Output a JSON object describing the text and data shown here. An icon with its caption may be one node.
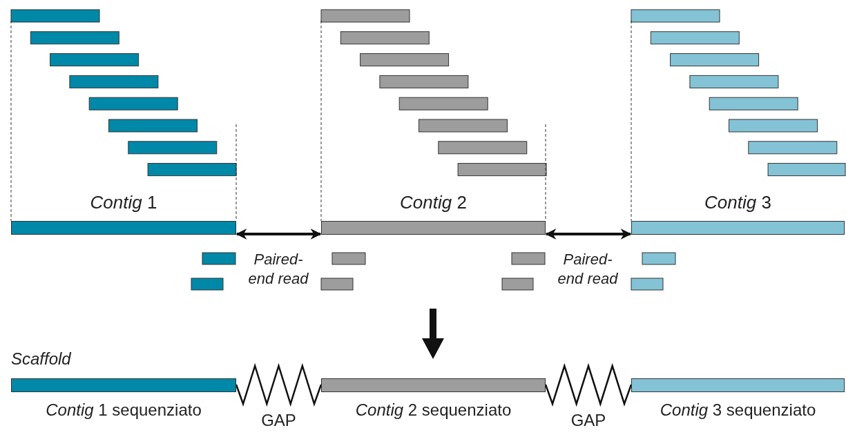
{
  "diagram": {
    "nodes": [
      {
        "text": [
          "*Contig* 1"
        ]
      },
      {
        "text": [
          "*Contig* 2"
        ]
      },
      {
        "text": [
          "*Contig* 3"
        ]
      },
      {
        "text": [
          "*Contig* 1 sequenziato"
        ]
      },
      {
        "text": [
          "*Contig* 2 sequenziato"
        ]
      },
      {
        "text": [
          "*Contig* 3 sequenziato"
        ]
      }
    ],
    "edges": [
      {
        "from": 0,
        "to": 1,
        "arrow": "both"
      },
      {
        "from": 1,
        "to": 2,
        "arrow": "both"
      },
      {
        "from": 3,
        "to": 4,
        "arrow": "none",
        "label": "GAP"
      },
      {
        "from": 4,
        "to": 5,
        "arrow": "none",
        "label": "GAP"
      }
    ],
    "labels": [
      "Paired- end read",
      "Paired- end read",
      "Scaffold"
    ]
  }
}
